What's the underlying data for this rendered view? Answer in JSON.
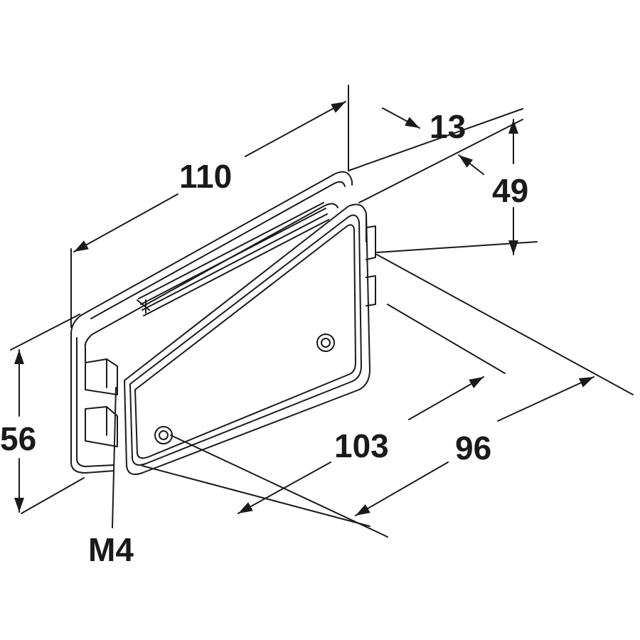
{
  "dimensions": {
    "length": "110",
    "depth_flange": "13",
    "height_inner": "49",
    "height_outer": "56",
    "length_inner": "103",
    "length_mount": "96",
    "screw": "M4"
  },
  "colors": {
    "line": "#1a1a1a",
    "background": "#ffffff"
  }
}
